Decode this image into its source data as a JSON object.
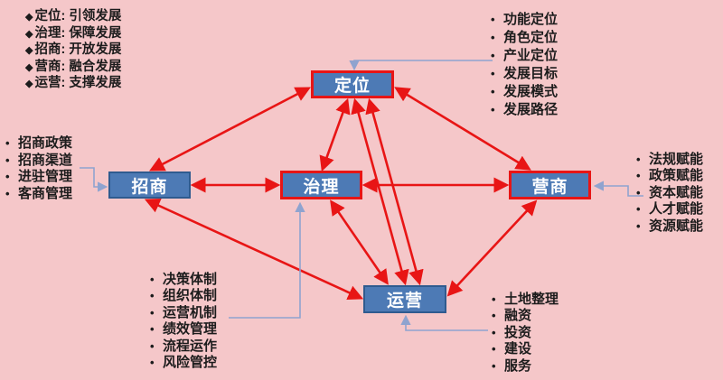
{
  "ui": {
    "bullet_char": "•",
    "diamond_char": "◆"
  },
  "colors": {
    "background": "#f5c7c9",
    "node_fill": "#4d7ab5",
    "node_border_red": "#e81515",
    "node_border_blue": "#2f5b8f",
    "arrow_red": "#e81515",
    "connector_blue": "#8fa3cf",
    "node_text": "#ffffff",
    "list_text": "#1c1c1c"
  },
  "legend": {
    "items": [
      "定位: 引领发展",
      "治理: 保障发展",
      "招商: 开放发展",
      "营商: 融合发展",
      "运营: 支撑发展"
    ]
  },
  "nodes": {
    "dingwei": {
      "label": "定位"
    },
    "zhaoshang": {
      "label": "招商"
    },
    "zhili": {
      "label": "治理"
    },
    "yingshang": {
      "label": "营商"
    },
    "yunying": {
      "label": "运营"
    }
  },
  "lists": {
    "top_right": {
      "target": "定位",
      "items": [
        "功能定位",
        "角色定位",
        "产业定位",
        "发展目标",
        "发展模式",
        "发展路径"
      ]
    },
    "left": {
      "target": "招商",
      "items": [
        "招商政策",
        "招商渠道",
        "进驻管理",
        "客商管理"
      ]
    },
    "right": {
      "target": "营商",
      "items": [
        "法规赋能",
        "政策赋能",
        "资本赋能",
        "人才赋能",
        "资源赋能"
      ]
    },
    "bottom_left": {
      "target": "治理",
      "items": [
        "决策体制",
        "组织体制",
        "运营机制",
        "绩效管理",
        "流程运作",
        "风险管控"
      ]
    },
    "bottom_right": {
      "target": "运营",
      "items": [
        "土地整理",
        "融资",
        "投资",
        "建设",
        "服务"
      ]
    }
  },
  "edges": [
    {
      "from": "招商",
      "to": "定位",
      "style": "double-arrow"
    },
    {
      "from": "治理",
      "to": "定位",
      "style": "double-arrow"
    },
    {
      "from": "营商",
      "to": "定位",
      "style": "double-arrow"
    },
    {
      "from": "定位",
      "to": "运营",
      "style": "double-arrow"
    },
    {
      "from": "定位",
      "to": "运营",
      "style": "double-arrow"
    },
    {
      "from": "招商",
      "to": "治理",
      "style": "double-arrow"
    },
    {
      "from": "治理",
      "to": "营商",
      "style": "double-arrow"
    },
    {
      "from": "招商",
      "to": "运营",
      "style": "double-arrow"
    },
    {
      "from": "治理",
      "to": "运营",
      "style": "double-arrow"
    },
    {
      "from": "营商",
      "to": "运营",
      "style": "double-arrow"
    }
  ]
}
